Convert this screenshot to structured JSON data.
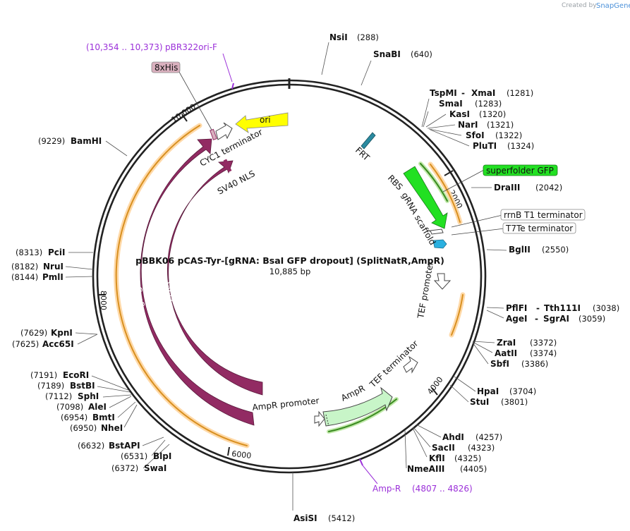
{
  "credit": {
    "created_by": "Created by",
    "brand": "SnapGene"
  },
  "plasmid": {
    "title": "pBBK06 pCAS-Tyr-[gRNA: BsaI GFP dropout] (SplitNatR,AmpR)",
    "length": "10,885 bp"
  },
  "ticks": {
    "t2000": "2000",
    "t4000": "4000",
    "t6000": "6000",
    "t8000": "8000",
    "t10000": "10,000"
  },
  "sites": {
    "nsii": {
      "name": "NsiI",
      "pos": "(288)"
    },
    "snabi": {
      "name": "SnaBI",
      "pos": "(640)"
    },
    "tspmi": {
      "name": "TspMI",
      "name2": "XmaI",
      "pos": "(1281)"
    },
    "smai": {
      "name": "SmaI",
      "pos": "(1283)"
    },
    "kasi": {
      "name": "KasI",
      "pos": "(1320)"
    },
    "nari": {
      "name": "NarI",
      "pos": "(1321)"
    },
    "sfoi": {
      "name": "SfoI",
      "pos": "(1322)"
    },
    "pluti": {
      "name": "PluTI",
      "pos": "(1324)"
    },
    "draiii": {
      "name": "DraIII",
      "pos": "(2042)"
    },
    "bglii": {
      "name": "BglII",
      "pos": "(2550)"
    },
    "pflfi": {
      "name": "PflFI",
      "name2": "Tth111I",
      "pos": "(3038)"
    },
    "agei": {
      "name": "AgeI",
      "name2": "SgrAI",
      "pos": "(3059)"
    },
    "zrai": {
      "name": "ZraI",
      "pos": "(3372)"
    },
    "aatii": {
      "name": "AatII",
      "pos": "(3374)"
    },
    "sbfi": {
      "name": "SbfI",
      "pos": "(3386)"
    },
    "hpai": {
      "name": "HpaI",
      "pos": "(3704)"
    },
    "stui": {
      "name": "StuI",
      "pos": "(3801)"
    },
    "ahdi": {
      "name": "AhdI",
      "pos": "(4257)"
    },
    "sacii": {
      "name": "SacII",
      "pos": "(4323)"
    },
    "kfli": {
      "name": "KflI",
      "pos": "(4325)"
    },
    "nmeaiii": {
      "name": "NmeAIII",
      "pos": "(4405)"
    },
    "asisi": {
      "name": "AsiSI",
      "pos": "(5412)"
    },
    "swai": {
      "name": "SwaI",
      "pos": "(6372)"
    },
    "blpi": {
      "name": "BlpI",
      "pos": "(6531)"
    },
    "bstapi": {
      "name": "BstAPI",
      "pos": "(6632)"
    },
    "nhei": {
      "name": "NheI",
      "pos": "(6950)"
    },
    "bmti": {
      "name": "BmtI",
      "pos": "(6954)"
    },
    "alei": {
      "name": "AleI",
      "pos": "(7098)"
    },
    "sphi": {
      "name": "SphI",
      "pos": "(7112)"
    },
    "bstbi": {
      "name": "BstBI",
      "pos": "(7189)"
    },
    "ecori": {
      "name": "EcoRI",
      "pos": "(7191)"
    },
    "acc65i": {
      "name": "Acc65I",
      "pos": "(7625)"
    },
    "kpni": {
      "name": "KpnI",
      "pos": "(7629)"
    },
    "pmli": {
      "name": "PmlI",
      "pos": "(8144)"
    },
    "nrui": {
      "name": "NruI",
      "pos": "(8182)"
    },
    "pcii": {
      "name": "PciI",
      "pos": "(8313)"
    },
    "bamhi": {
      "name": "BamHI",
      "pos": "(9229)"
    }
  },
  "primers": {
    "pbr322": {
      "range": "(10,354 .. 10,373)",
      "name": "pBR322ori-F"
    },
    "ampr": {
      "name": "Amp-R",
      "range": "(4807 .. 4826)"
    }
  },
  "features": {
    "his": "8xHis",
    "ori": "ori",
    "cyc1": "CYC1 terminator",
    "sv40": "SV40 NLS",
    "frt": "FRT",
    "rbs": "RBS",
    "gfp": "superfolder GFP",
    "grna": "gRNA scaffold",
    "rrnb": "rrnB T1 terminator",
    "t7te": "T7Te terminator",
    "tefp": "TEF promoter",
    "teft": "TEF terminator",
    "amprgene": "AmpR",
    "amprprom": "AmpR promoter",
    "cas9a": "Cas9",
    "cas9b": "Cas9"
  },
  "colors": {
    "cas9": "#922b63",
    "gfp": "#22e022",
    "ori": "#ffff00",
    "ampr": "#c8f5c8",
    "primer": "#9b30d9",
    "orf": "#f0a030",
    "his_tag": "#d9b0be",
    "frt": "#2a8aa0",
    "t7te": "#2ab0e0"
  }
}
